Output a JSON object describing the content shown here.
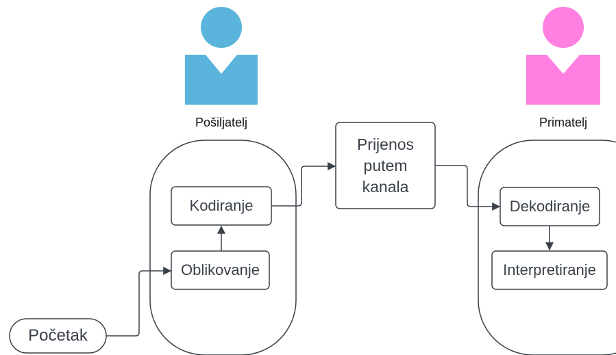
{
  "sender": {
    "label": "Pošiljatelj",
    "color": "#5ab4db",
    "icon": "person-icon"
  },
  "receiver": {
    "label": "Primatelj",
    "color": "#ff80e0",
    "icon": "person-icon"
  },
  "start": {
    "label": "Početak"
  },
  "sender_steps": {
    "shaping": "Oblikovanje",
    "encoding": "Kodiranje"
  },
  "channel": {
    "line1": "Prijenos",
    "line2": "putem",
    "line3": "kanala"
  },
  "receiver_steps": {
    "decoding": "Dekodiranje",
    "interpreting": "Interpretiranje"
  },
  "colors": {
    "stroke": "#3a414a",
    "text": "#3a414a"
  }
}
